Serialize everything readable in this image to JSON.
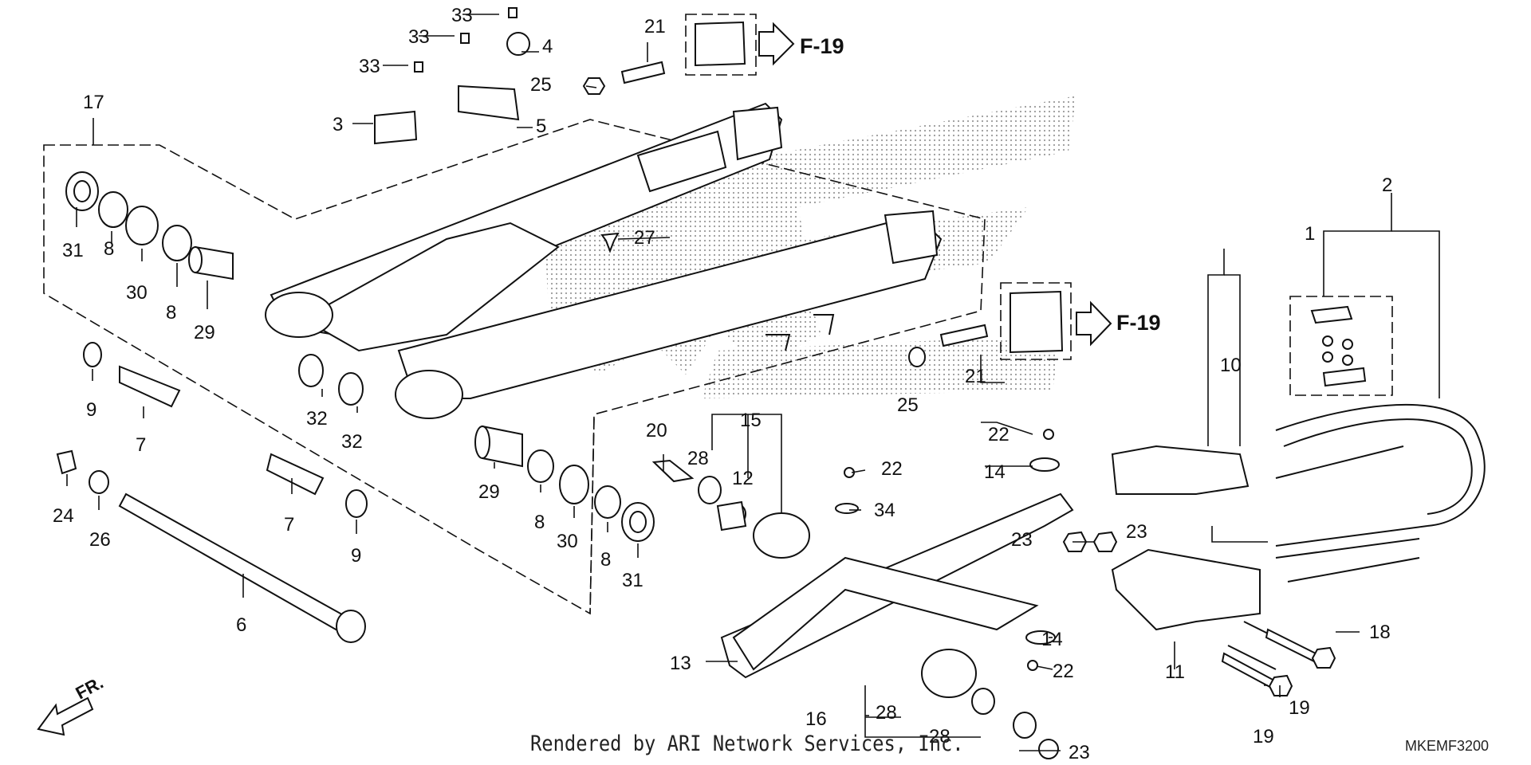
{
  "diagram": {
    "callouts": {
      "c1": "1",
      "c2": "2",
      "c3": "3",
      "c4": "4",
      "c5": "5",
      "c6": "6",
      "c7a": "7",
      "c7b": "7",
      "c8a": "8",
      "c8b": "8",
      "c8c": "8",
      "c8d": "8",
      "c9a": "9",
      "c9b": "9",
      "c10": "10",
      "c11": "11",
      "c12": "12",
      "c13": "13",
      "c14a": "14",
      "c14b": "14",
      "c15": "15",
      "c16": "16",
      "c17": "17",
      "c18": "18",
      "c19a": "19",
      "c19b": "19",
      "c20": "20",
      "c21a": "21",
      "c21b": "21",
      "c22a": "22",
      "c22b": "22",
      "c22c": "22",
      "c23a": "23",
      "c23b": "23",
      "c23c": "23",
      "c24": "24",
      "c25a": "25",
      "c25b": "25",
      "c26": "26",
      "c27": "27",
      "c28a": "28",
      "c28b": "28",
      "c28c": "28",
      "c29a": "29",
      "c29b": "29",
      "c30a": "30",
      "c30b": "30",
      "c31a": "31",
      "c31b": "31",
      "c32a": "32",
      "c32b": "32",
      "c33a": "33",
      "c33b": "33",
      "c33c": "33",
      "c34": "34"
    },
    "refs": {
      "top": "F-19",
      "right": "F-19"
    },
    "front_label": "FR.",
    "footer": "Rendered by ARI Network Services, Inc.",
    "diagram_code": "MKEMF3200"
  }
}
